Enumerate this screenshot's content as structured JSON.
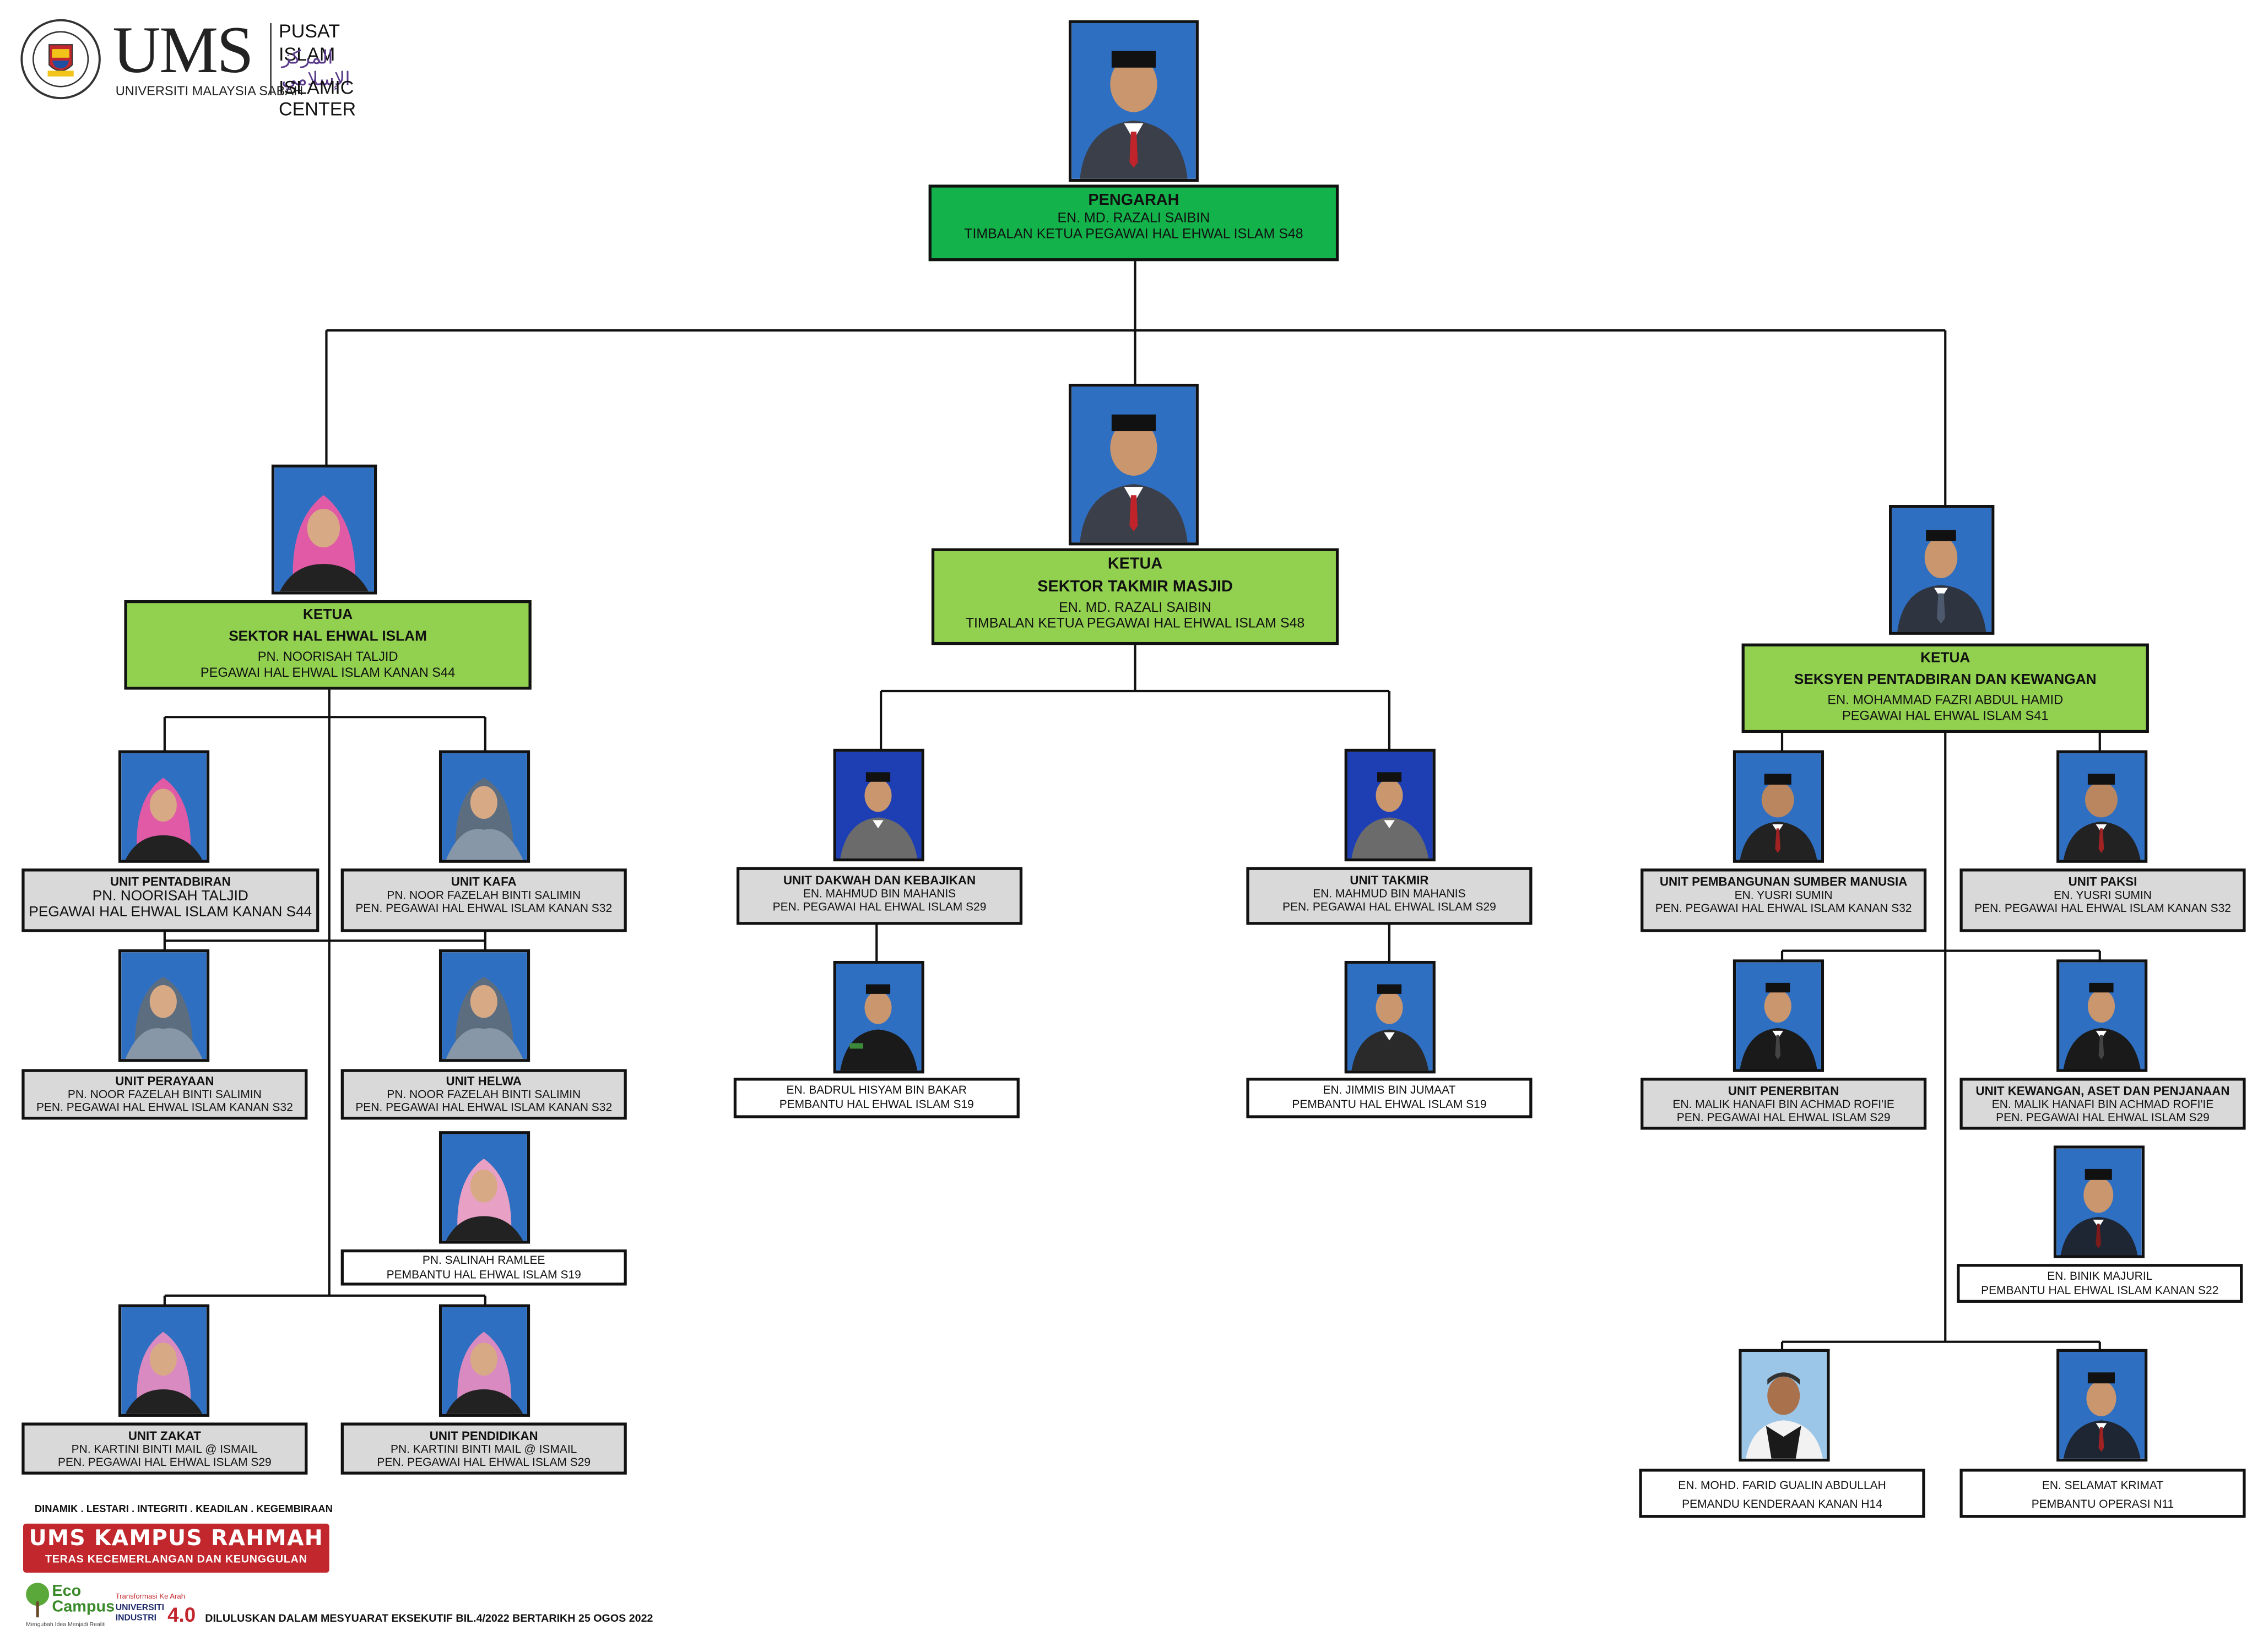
{
  "header": {
    "logo_text": "UMS",
    "logo_subtitle": "UNIVERSITI MALAYSIA SABAH",
    "center_name_malay": "PUSAT ISLAM",
    "center_name_arabic": "المركز الإسلامي",
    "center_name_english": "ISLAMIC CENTER"
  },
  "org": {
    "pengarah": {
      "role": "PENGARAH",
      "name": "EN. MD. RAZALI SAIBIN",
      "title": "TIMBALAN KETUA PEGAWAI HAL EHWAL ISLAM S48"
    },
    "sector_hal_ehwal": {
      "role": "KETUA",
      "unit": "SEKTOR HAL EHWAL ISLAM",
      "name": "PN. NOORISAH TALJID",
      "title": "PEGAWAI HAL EHWAL ISLAM KANAN S44"
    },
    "sector_takmir": {
      "role": "KETUA",
      "unit": "SEKTOR TAKMIR MASJID",
      "name": "EN. MD. RAZALI SAIBIN",
      "title": "TIMBALAN KETUA PEGAWAI HAL EHWAL ISLAM S48"
    },
    "seksyen_pentadbiran": {
      "role": "KETUA",
      "unit": "SEKSYEN PENTADBIRAN DAN KEWANGAN",
      "name": "EN. MOHAMMAD FAZRI ABDUL HAMID",
      "title": "PEGAWAI HAL EHWAL ISLAM S41"
    },
    "unit_pentadbiran": {
      "unit": "UNIT PENTADBIRAN",
      "name": "PN. NOORISAH TALJID",
      "title": "PEGAWAI HAL EHWAL ISLAM KANAN S44"
    },
    "unit_kafa": {
      "unit": "UNIT KAFA",
      "name": "PN. NOOR FAZELAH BINTI SALIMIN",
      "title": "PEN. PEGAWAI HAL EHWAL ISLAM KANAN S32"
    },
    "unit_perayaan": {
      "unit": "UNIT PERAYAAN",
      "name": "PN. NOOR FAZELAH BINTI SALIMIN",
      "title": "PEN. PEGAWAI HAL EHWAL ISLAM KANAN S32"
    },
    "unit_helwa": {
      "unit": "UNIT HELWA",
      "name": "PN. NOOR FAZELAH BINTI SALIMIN",
      "title": "PEN. PEGAWAI HAL EHWAL ISLAM KANAN S32"
    },
    "salinah": {
      "name": "PN. SALINAH RAMLEE",
      "title": "PEMBANTU HAL EHWAL ISLAM S19"
    },
    "unit_zakat": {
      "unit": "UNIT ZAKAT",
      "name": "PN. KARTINI BINTI MAIL @ ISMAIL",
      "title": "PEN. PEGAWAI HAL EHWAL ISLAM S29"
    },
    "unit_pendidikan": {
      "unit": "UNIT PENDIDIKAN",
      "name": "PN. KARTINI BINTI MAIL @ ISMAIL",
      "title": "PEN. PEGAWAI HAL EHWAL ISLAM S29"
    },
    "unit_dakwah": {
      "unit": "UNIT DAKWAH DAN KEBAJIKAN",
      "name": "EN. MAHMUD BIN MAHANIS",
      "title": "PEN. PEGAWAI HAL EHWAL ISLAM S29"
    },
    "unit_takmir": {
      "unit": "UNIT TAKMIR",
      "name": "EN. MAHMUD BIN MAHANIS",
      "title": "PEN. PEGAWAI HAL EHWAL ISLAM S29"
    },
    "badrul": {
      "name": "EN. BADRUL HISYAM BIN BAKAR",
      "title": "PEMBANTU HAL EHWAL ISLAM S19"
    },
    "jimmis": {
      "name": "EN. JIMMIS BIN JUMAAT",
      "title": "PEMBANTU HAL EHWAL ISLAM S19"
    },
    "unit_psm": {
      "unit": "UNIT PEMBANGUNAN SUMBER MANUSIA",
      "name": "EN. YUSRI SUMIN",
      "title": "PEN. PEGAWAI HAL EHWAL ISLAM KANAN S32"
    },
    "unit_paksi": {
      "unit": "UNIT PAKSI",
      "name": "EN. YUSRI SUMIN",
      "title": "PEN. PEGAWAI HAL EHWAL ISLAM KANAN S32"
    },
    "unit_penerbitan": {
      "unit": "UNIT PENERBITAN",
      "name": "EN. MALIK HANAFI BIN ACHMAD ROFI'IE",
      "title": "PEN. PEGAWAI HAL EHWAL ISLAM S29"
    },
    "unit_kewangan": {
      "unit": "UNIT KEWANGAN, ASET DAN PENJANAAN",
      "name": "EN. MALIK HANAFI BIN ACHMAD ROFI'IE",
      "title": "PEN. PEGAWAI HAL EHWAL ISLAM S29"
    },
    "binik": {
      "name": "EN. BINIK MAJURIL",
      "title": "PEMBANTU HAL EHWAL ISLAM KANAN S22"
    },
    "farid": {
      "name": "EN. MOHD. FARID GUALIN ABDULLAH",
      "title": "PEMANDU KENDERAAN KANAN H14"
    },
    "selamat": {
      "name": "EN. SELAMAT KRIMAT",
      "title": "PEMBANTU OPERASI N11"
    }
  },
  "footer": {
    "motto": "DINAMIK . LESTARI . INTEGRITI . KEADILAN . KEGEMBIRAAN",
    "banner_title": "UMS KAMPUS RAHMAH",
    "banner_subtitle": "TERAS KECEMERLANGAN DAN KEUNGGULAN",
    "eco_1": "Eco",
    "eco_2": "Campus",
    "eco_tagline": "Mengubah Idea Menjadi Realiti",
    "industry_1": "Transformasi Ke Arah",
    "industry_2": "UNIVERSITI",
    "industry_3": "INDUSTRI",
    "industry_4": "4.0",
    "approval": "DILULUSKAN DALAM MESYUARAT EKSEKUTIF BIL.4/2022 BERTARIKH 25 OGOS 2022"
  },
  "colors": {
    "director_box": "#13b24a",
    "head_box": "#92d050",
    "unit_box": "#d9d9d9",
    "staff_box": "#ffffff",
    "banner": "#c2272d"
  }
}
